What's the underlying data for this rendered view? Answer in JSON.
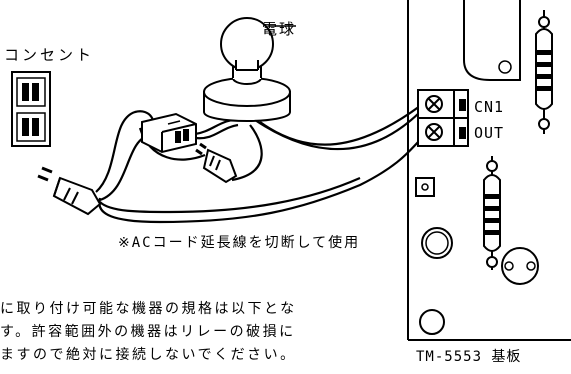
{
  "labels": {
    "outlet": "コンセント",
    "bulb": "電球",
    "note": "※ACコード延長線を切断して使用",
    "cn1": "CN1",
    "out": "OUT",
    "board": "TM-5553 基板"
  },
  "body_text": [
    "に取り付け可能な機器の規格は以下とな",
    "す。許容範囲外の機器はリレーの破損に",
    "ますので絶対に接続しないでください。"
  ]
}
